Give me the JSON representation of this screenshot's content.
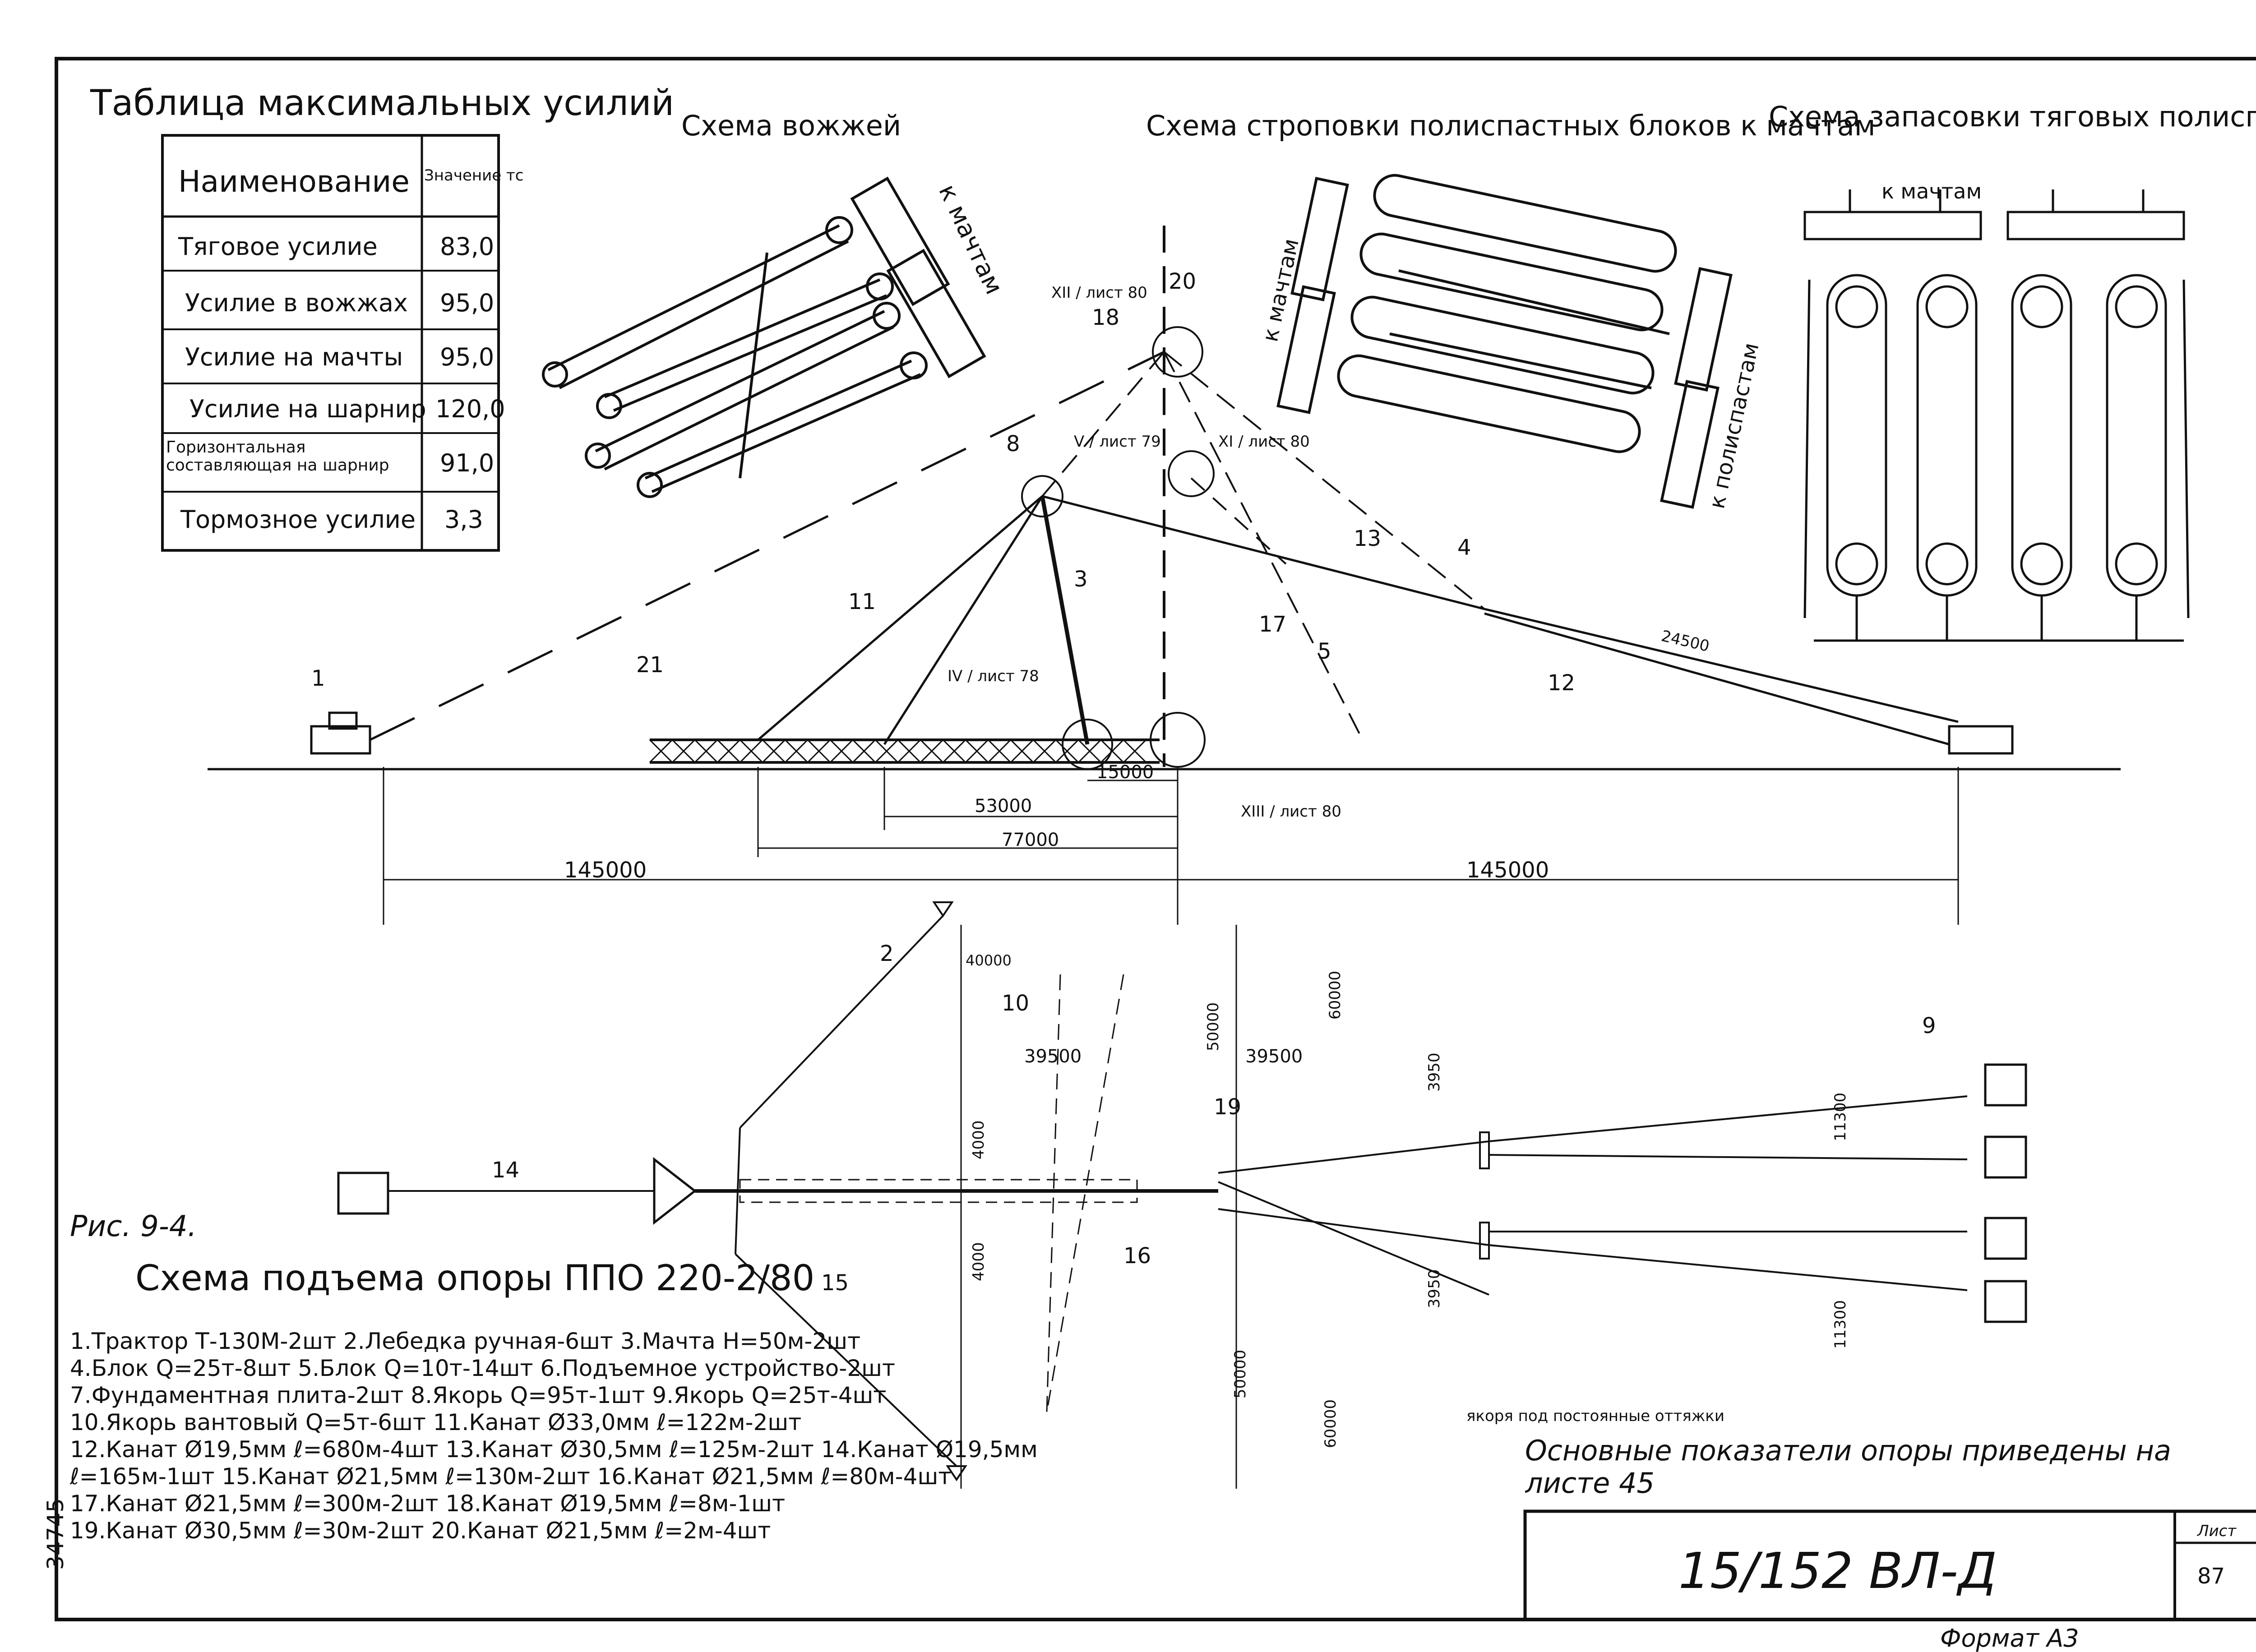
{
  "sheet": {
    "figure_caption": "Рис. 9-4.",
    "main_title": "Схема подъема опоры ППО 220-2/80",
    "note": "Основные показатели опоры приведены на листе 45",
    "stamp_code": "15/152 ВЛ-Д",
    "stamp_sheet_label": "Лист",
    "stamp_sheet_no": "87",
    "format": "Формат А3",
    "archive_no": "34745"
  },
  "forces_table": {
    "title": "Таблица максимальных усилий",
    "header_name": "Наименование",
    "header_value": "Значение тс",
    "rows": [
      {
        "name": "Тяговое усилие",
        "value": "83,0"
      },
      {
        "name": "Усилие в вожжах",
        "value": "95,0"
      },
      {
        "name": "Усилие на мачты",
        "value": "95,0"
      },
      {
        "name": "Усилие на шарнир",
        "value": "120,0"
      },
      {
        "name": "Горизонтальная составляющая на шарнир",
        "value": "91,0"
      },
      {
        "name": "Тормозное усилие",
        "value": "3,3"
      }
    ]
  },
  "schemes": {
    "reins_title": "Схема вожжей",
    "rigging_title": "Схема строповки полиспастных блоков к мачтам",
    "reeving_title": "Схема запасовки тяговых полиспастов",
    "to_masts": "к мачтам",
    "to_pulley": "к полиспастам"
  },
  "refs": {
    "xii": "XII / лист 80",
    "v": "V / лист 79",
    "xi": "XI / лист 80",
    "iv": "IV / лист 78",
    "xiii": "XIII / лист 80"
  },
  "dimensions": {
    "d15000": "15000",
    "d53000": "53000",
    "d77000": "77000",
    "d145000_left": "145000",
    "d145000_right": "145000",
    "d24500": "24500",
    "d40000": "40000",
    "d39500_left": "39500",
    "d39500_right": "39500",
    "d50000_a": "50000",
    "d60000_a": "60000",
    "d4000_a": "4000",
    "d4000_b": "4000",
    "d50000_b": "50000",
    "d60000_b": "60000",
    "d3950_a": "3950",
    "d3950_b": "3950",
    "d11300_a": "11300",
    "d11300_b": "11300",
    "anchors_note": "якоря под постоянные оттяжки"
  },
  "callouts": [
    "1",
    "2",
    "3",
    "4",
    "5",
    "8",
    "9",
    "10",
    "11",
    "12",
    "13",
    "14",
    "15",
    "16",
    "17",
    "18",
    "19",
    "20",
    "21"
  ],
  "legend": [
    "1.Трактор Т-130М-2шт 2.Лебедка ручная-6шт 3.Мачта Н=50м-2шт",
    "4.Блок Q=25т-8шт 5.Блок Q=10т-14шт 6.Подъемное устройство-2шт",
    "7.Фундаментная плита-2шт 8.Якорь Q=95т-1шт 9.Якорь Q=25т-4шт",
    "10.Якорь вантовый Q=5т-6шт 11.Канат Ø33,0мм ℓ=122м-2шт",
    "12.Канат Ø19,5мм ℓ=680м-4шт 13.Канат Ø30,5мм ℓ=125м-2шт 14.Канат Ø19,5мм",
    "ℓ=165м-1шт 15.Канат Ø21,5мм ℓ=130м-2шт 16.Канат Ø21,5мм ℓ=80м-4шт",
    "17.Канат Ø21,5мм ℓ=300м-2шт 18.Канат Ø19,5мм ℓ=8м-1шт",
    "19.Канат Ø30,5мм ℓ=30м-2шт 20.Канат Ø21,5мм ℓ=2м-4шт"
  ]
}
